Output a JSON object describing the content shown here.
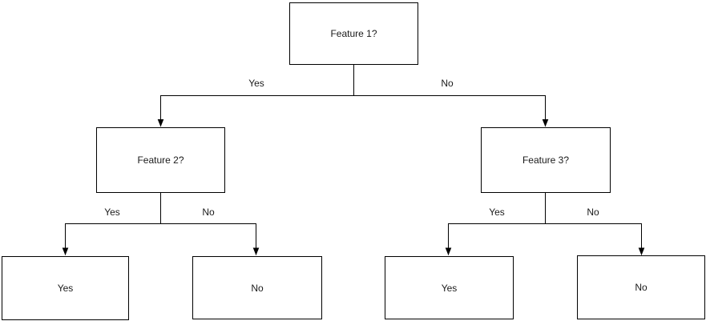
{
  "diagram": {
    "type": "decision-tree-flowchart",
    "nodes": [
      {
        "id": "root",
        "label": "Feature 1?"
      },
      {
        "id": "feature2",
        "label": "Feature 2?"
      },
      {
        "id": "feature3",
        "label": "Feature 3?"
      },
      {
        "id": "leaf-left-yes",
        "label": "Yes"
      },
      {
        "id": "leaf-left-no",
        "label": "No"
      },
      {
        "id": "leaf-right-yes",
        "label": "Yes"
      },
      {
        "id": "leaf-right-no",
        "label": "No"
      }
    ],
    "edges": [
      {
        "from": "root",
        "to": "feature2",
        "label": "Yes"
      },
      {
        "from": "root",
        "to": "feature3",
        "label": "No"
      },
      {
        "from": "feature2",
        "to": "leaf-left-yes",
        "label": "Yes"
      },
      {
        "from": "feature2",
        "to": "leaf-left-no",
        "label": "No"
      },
      {
        "from": "feature3",
        "to": "leaf-right-yes",
        "label": "Yes"
      },
      {
        "from": "feature3",
        "to": "leaf-right-no",
        "label": "No"
      }
    ],
    "colors": {
      "line": "#000000",
      "node_border": "#000000",
      "node_fill": "#ffffff",
      "text": "#1a1a1a",
      "background": "#ffffff"
    }
  }
}
